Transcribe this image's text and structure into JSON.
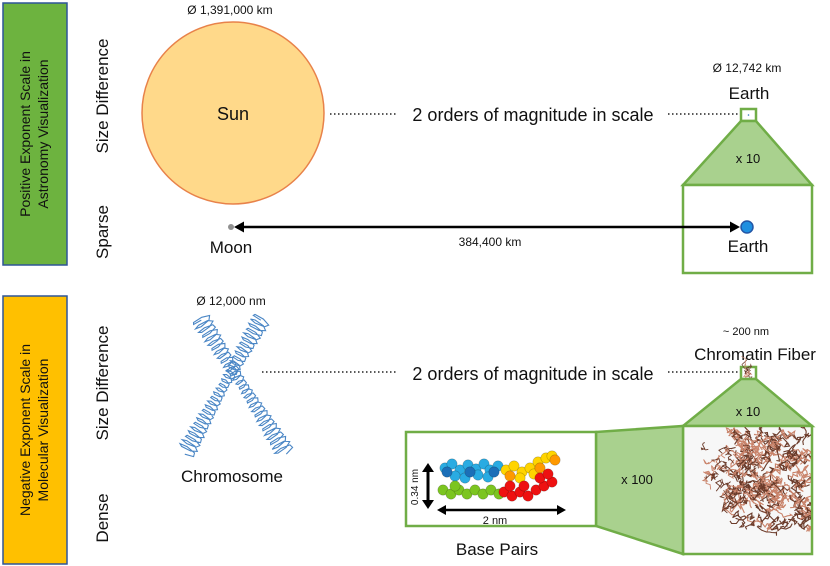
{
  "panels": {
    "top": {
      "label_line1": "Positive Exponent Scale in",
      "label_line2": "Astronomy Visualization",
      "color": "#6db33f",
      "row_size": "Size Difference",
      "row_sparse": "Sparse"
    },
    "bottom": {
      "label_line1": "Negative Exponent Scale in",
      "label_line2": "Molecular Visualization",
      "color": "#ffc000",
      "row_size": "Size Difference",
      "row_dense": "Dense"
    }
  },
  "astronomy": {
    "sun_label": "Sun",
    "sun_diameter": "Ø 1,391,000 km",
    "sun_color": "#ffd98a",
    "earth_diameter": "Ø 12,742 km",
    "earth_label_top": "Earth",
    "scale_text": "2 orders of magnitude in scale",
    "zoom_label": "x 10",
    "moon_label": "Moon",
    "distance_label": "384,400 km",
    "earth_label_bottom": "Earth"
  },
  "molecular": {
    "chromosome_diameter": "Ø 12,000 nm",
    "chromosome_label": "Chromosome",
    "fiber_size": "~ 200 nm",
    "fiber_label": "Chromatin Fiber",
    "scale_text": "2 orders of magnitude in scale",
    "zoom_label_fiber": "x 10",
    "zoom_label_bp": "x 100",
    "bp_height": "0.34 nm",
    "bp_width": "2 nm",
    "base_pairs_label": "Base Pairs"
  },
  "colors": {
    "zoom_green": "#70ad47",
    "zoom_fill": "#a9d18e",
    "chromosome_blue": "#4a86c5"
  }
}
